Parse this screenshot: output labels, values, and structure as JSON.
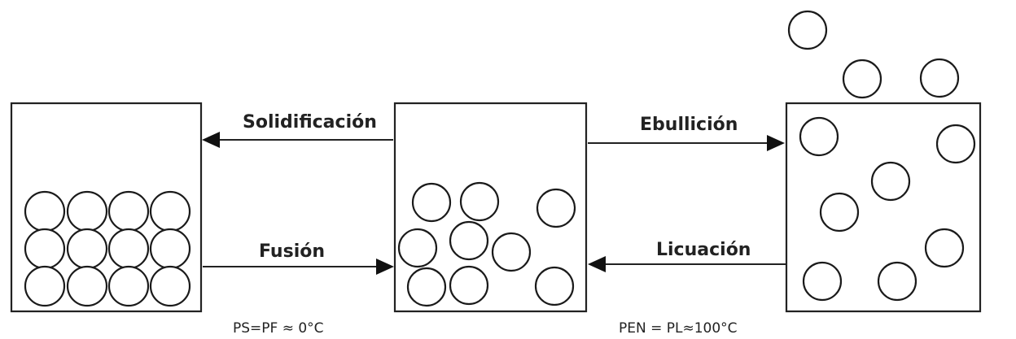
{
  "labels": {
    "solidificacion": "Solidificación",
    "fusion": "Fusión",
    "ebullicion": "Ebullición",
    "licuacion": "Licuación"
  },
  "notes": {
    "fusion_point": "PS=PF ≈ 0°C",
    "boiling_point": "PEN = PL≈100°C"
  },
  "states": [
    "solid",
    "liquid",
    "gas"
  ]
}
